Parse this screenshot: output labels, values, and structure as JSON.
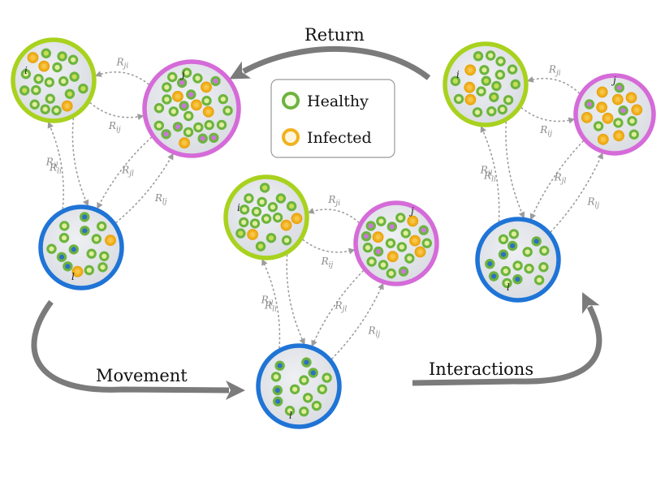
{
  "processes": {
    "return_label": "Return",
    "movement_label": "Movement",
    "interactions_label": "Interactions"
  },
  "legend": {
    "healthy_label": "Healthy",
    "infected_label": "Infected"
  },
  "nodes": {
    "i_label": "i",
    "j_label": "j",
    "l_label": "l"
  },
  "rates": {
    "R_ij": {
      "base": "R",
      "sub": "ij"
    },
    "R_ji": {
      "base": "R",
      "sub": "ji"
    },
    "R_il": {
      "base": "R",
      "sub": "il"
    },
    "R_li": {
      "base": "R",
      "sub": "li"
    },
    "R_jl": {
      "base": "R",
      "sub": "jl"
    },
    "R_lj": {
      "base": "R",
      "sub": "lj"
    }
  },
  "colors": {
    "patch_i_border": "#a8d21e",
    "patch_j_border": "#d56bd8",
    "patch_l_border": "#1f74d6",
    "patch_fill": "#e4e7ec",
    "healthy_dot": "#6db43f",
    "healthy_core": "#e2ef9a",
    "resident_i_core": "#c6df52",
    "resident_j_core": "#c978d8",
    "resident_l_core": "#2f6fc3",
    "infected_ring": "#f1b21d",
    "process_arrow": "#7b7b7b",
    "rate_arrow": "#9c9c9c"
  },
  "panels": {
    "left_infected_counts": {
      "i": 3,
      "j": 5,
      "l": 2
    },
    "center_infected_counts": {
      "i": 3,
      "j": 5,
      "l": 0
    },
    "right_infected_counts": {
      "i": 3,
      "j": 9,
      "l": 0
    }
  }
}
